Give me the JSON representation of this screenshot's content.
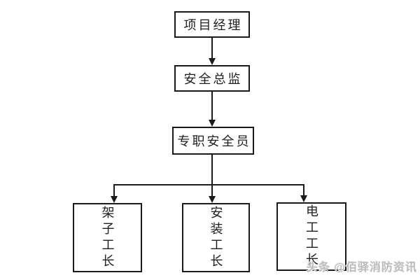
{
  "diagram": {
    "type": "org-flowchart",
    "nodes": [
      {
        "id": "project-manager",
        "label": "项目经理",
        "level": 1
      },
      {
        "id": "safety-director",
        "label": "安全总监",
        "level": 2
      },
      {
        "id": "fulltime-safety-officer",
        "label": "专职安全员",
        "level": 3
      },
      {
        "id": "scaffolding-foreman",
        "label": "架子工长",
        "level": 4
      },
      {
        "id": "installation-foreman",
        "label": "安装工长",
        "level": 4
      },
      {
        "id": "electrician-foreman",
        "label": "电工工长",
        "level": 4
      }
    ],
    "edges": [
      {
        "from": "project-manager",
        "to": "safety-director"
      },
      {
        "from": "safety-director",
        "to": "fulltime-safety-officer"
      },
      {
        "from": "fulltime-safety-officer",
        "to": "scaffolding-foreman"
      },
      {
        "from": "fulltime-safety-officer",
        "to": "installation-foreman"
      },
      {
        "from": "fulltime-safety-officer",
        "to": "electrician-foreman"
      }
    ],
    "colors": {
      "background": "#ffffff",
      "line": "#1a1a1a",
      "box_border": "#1a1a1a",
      "text": "#1f1f1f",
      "watermark": "#bcbcbc"
    },
    "watermark": {
      "text": "头条 @佰驿消防资讯"
    }
  }
}
